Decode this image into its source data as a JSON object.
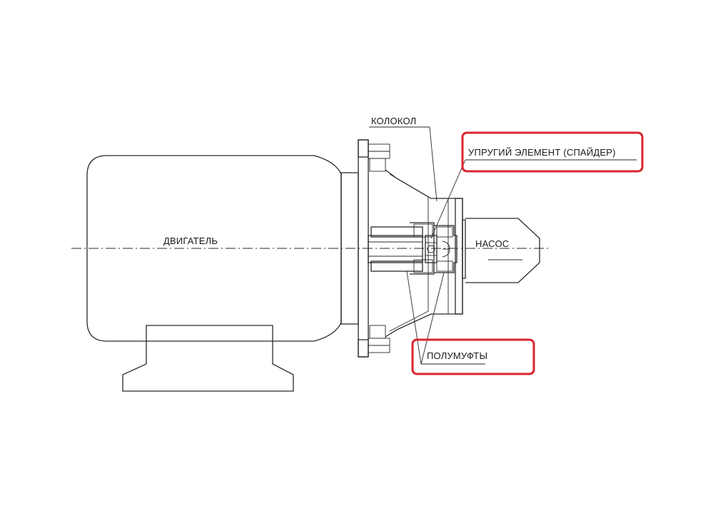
{
  "labels": {
    "bell": "КОЛОКОЛ",
    "spider": "УПРУГИЙ ЭЛЕМЕНТ (СПАЙДЕР)",
    "motor": "ДВИГАТЕЛЬ",
    "pump": "НАСОС",
    "half_couplings": "ПОЛУМУФТЫ"
  },
  "colors": {
    "highlight": "#d9262c",
    "line": "#2a2a2a",
    "background": "#ffffff"
  }
}
